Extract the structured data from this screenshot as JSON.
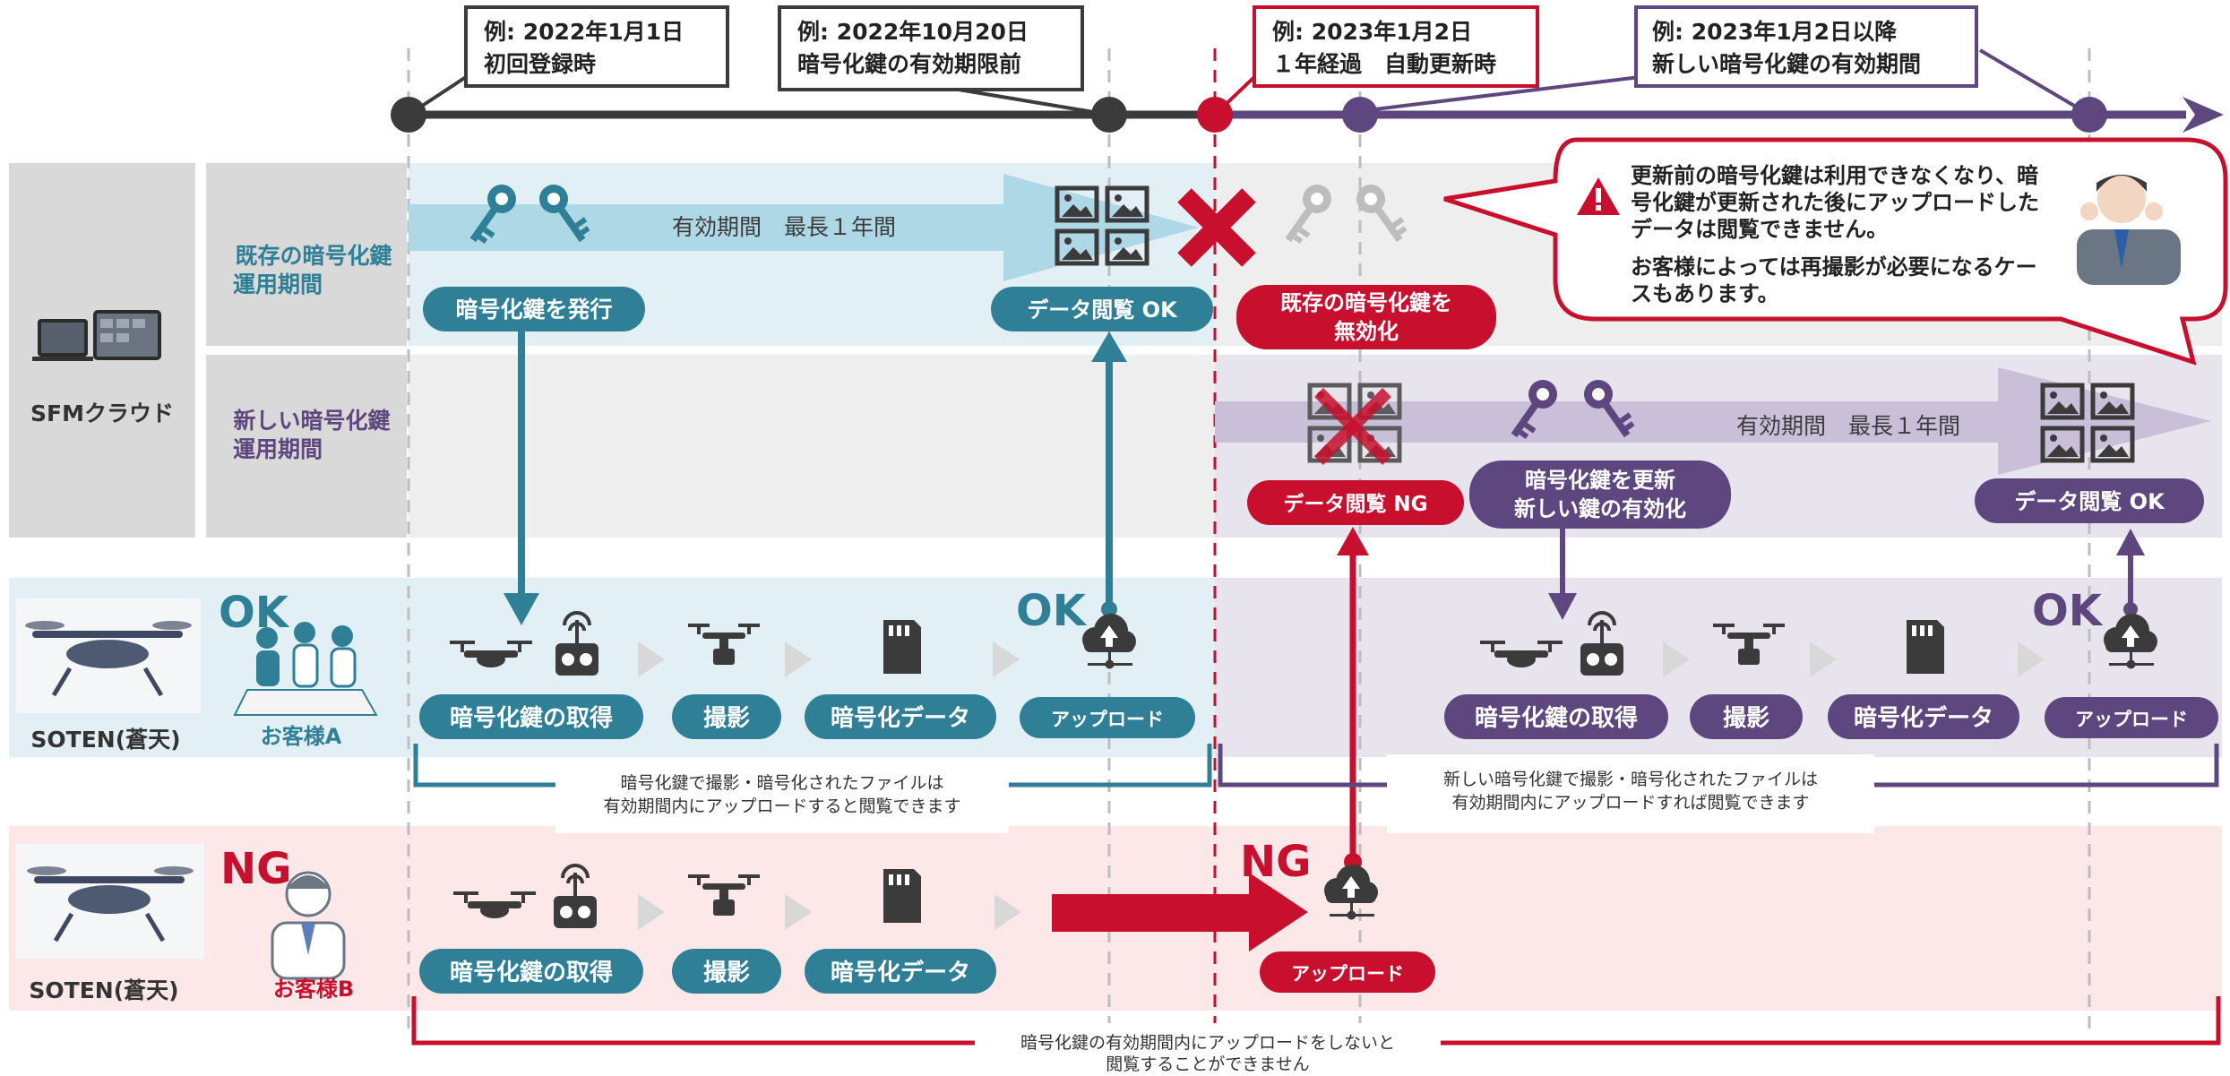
{
  "colors": {
    "teal": "#2f7f97",
    "teal_dark": "#1f6f8a",
    "purple": "#5e477f",
    "red": "#c8102e",
    "gray_dark": "#3b3b3b",
    "gray_panel": "#d9d9d9",
    "teal_bg": "#e2f0f5",
    "purple_bg": "#e8e4ee",
    "red_bg": "#fde8e9",
    "light_gray_bg": "#eeeeee"
  },
  "timeline": {
    "callouts": [
      {
        "line1": "例: 2022年1月1日",
        "line2": "初回登録時"
      },
      {
        "line1": "例: 2022年10月20日",
        "line2": "暗号化鍵の有効期限前"
      },
      {
        "line1": "例: 2023年1月2日",
        "line2": "１年経過　自動更新時"
      },
      {
        "line1": "例: 2023年1月2日以降",
        "line2": "新しい暗号化鍵の有効期間"
      }
    ]
  },
  "left": {
    "cloud_label": "SFMクラウド",
    "old_period_line1": "既存の暗号化鍵",
    "old_period_line2": "運用期間",
    "new_period_line1": "新しい暗号化鍵",
    "new_period_line2": "運用期間",
    "drone_label": "SOTEN(蒼天)",
    "customer_a": "お客様A",
    "customer_b": "お客様B",
    "ok_mark": "OK",
    "ng_mark": "NG"
  },
  "old_key": {
    "validity": "有効期間　最長１年間",
    "issue_pill": "暗号化鍵を発行",
    "view_ok_pill": "データ閲覧  OK",
    "invalidate_line1": "既存の暗号化鍵を",
    "invalidate_line2": "無効化"
  },
  "new_key": {
    "validity": "有効期間　最長１年間",
    "view_ng_pill": "データ閲覧  NG",
    "renew_line1": "暗号化鍵を更新",
    "renew_line2": "新しい鍵の有効化",
    "view_ok_pill": "データ閲覧  OK"
  },
  "warning": {
    "line1": "更新前の暗号化鍵は利用できなくなり、暗",
    "line2": "号化鍵が更新された後にアップロードした",
    "line3": "データは閲覧できません。",
    "line4": "お客様によっては再撮影が必要になるケー",
    "line5": "スもあります。"
  },
  "steps": {
    "get_key": "暗号化鍵の取得",
    "shoot": "撮影",
    "encrypted": "暗号化データ",
    "upload": "アップロード"
  },
  "notes": {
    "a_left_line1": "暗号化鍵で撮影・暗号化されたファイルは",
    "a_left_line2": "有効期間内にアップロードすると閲覧できます",
    "a_right_line1": "新しい暗号化鍵で撮影・暗号化されたファイルは",
    "a_right_line2": "有効期間内にアップロードすれば閲覧できます",
    "b_line1": "暗号化鍵の有効期間内にアップロードをしないと",
    "b_line2": "閲覧することができません"
  }
}
